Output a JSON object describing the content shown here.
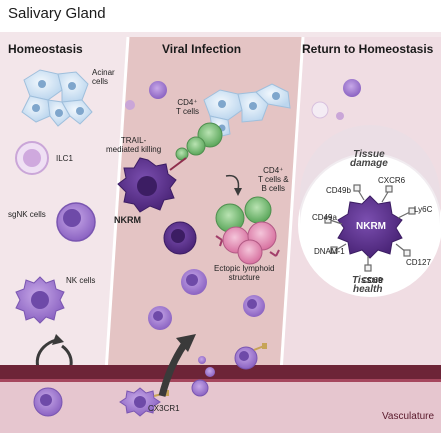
{
  "title": "Salivary Gland",
  "panels": {
    "left": "Homeostasis",
    "middle": "Viral Infection",
    "right": "Return to Homeostasis"
  },
  "left_labels": {
    "acinar": "Acinar\ncells",
    "ilc1": "ILC1",
    "sgnk": "sgNK cells",
    "nk": "NK cells"
  },
  "middle_labels": {
    "cd4_t": "CD4⁺\nT cells",
    "trail": "TRAIL-\nmediated killing",
    "nkrm": "NKRM",
    "cd4_tb": "CD4⁺\nT cells &\nB cells",
    "ectopic": "Ectopic lymphoid\nstructure",
    "cx3cr1": "CX3CR1"
  },
  "right_labels": {
    "tissue_damage": "Tissue\ndamage",
    "tissue_health": "Tissue\nhealth",
    "center": "NKRM",
    "markers": {
      "cd49b": "CD49b",
      "cxcr6": "CXCR6",
      "ly6c": "Ly6C",
      "cd49a": "CD49a",
      "dnam1": "DNAM-1",
      "cd69": "CD69",
      "cd127": "CD127"
    }
  },
  "vasculature": "Vasculature",
  "colors": {
    "panel_left": "#f3e6ea",
    "panel_middle": "#e4c4c4",
    "panel_right": "#f0dde3",
    "vessel": "#6d2437",
    "nkrm": "#6a3d9a",
    "t_cell": "#7ec47e",
    "b_cell": "#e59ac0",
    "acinar": "#cfe3f4"
  }
}
